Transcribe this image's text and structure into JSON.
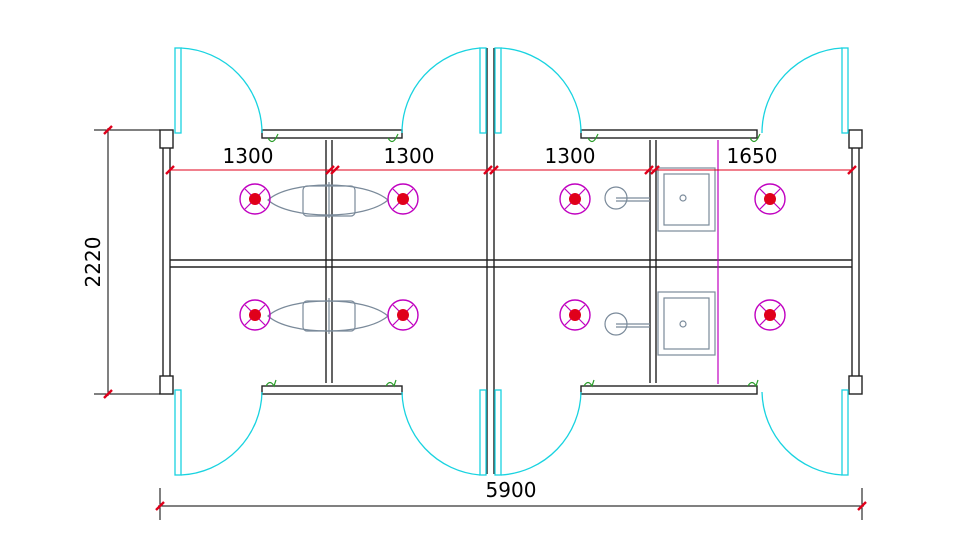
{
  "dimensions": {
    "top_segments": [
      "1300",
      "1300",
      "1300",
      "1650"
    ],
    "overall_width": "5900",
    "overall_height": "2220"
  },
  "colors": {
    "walls": "#222222",
    "doors": "#19d3e0",
    "dimension_lines": "#e0001b",
    "lights": "#c000c0",
    "fixtures": "#7a8a9a",
    "latches": "#2a9d2a"
  },
  "icons": {
    "ceiling_light": "ceiling-light-icon",
    "urinal": "urinal-icon",
    "sink": "sink-icon",
    "tap": "tap-icon",
    "door_latch": "door-latch-icon"
  }
}
